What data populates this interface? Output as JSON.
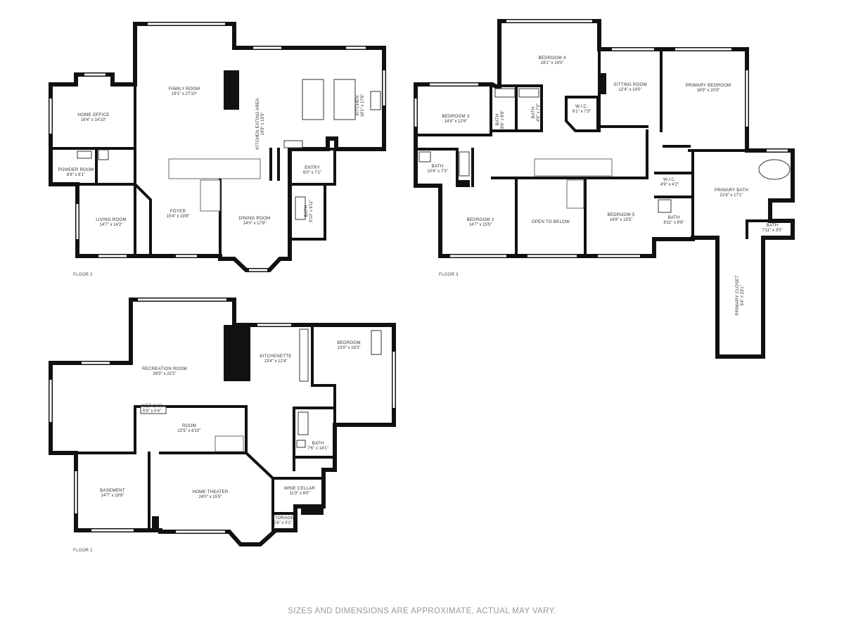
{
  "floors": [
    {
      "label": "FLOOR 2"
    },
    {
      "label": "FLOOR 3"
    },
    {
      "label": "FLOOR 1"
    }
  ],
  "rooms": [
    {
      "name": "FAMILY ROOM",
      "dims": "19'1\" x 27'10\""
    },
    {
      "name": "KITCHEN EATING AREA",
      "dims": "14'9\" x 15'5\""
    },
    {
      "name": "KITCHEN",
      "dims": "18'1\" x 17'6\""
    },
    {
      "name": "HOME OFFICE",
      "dims": "16'4\" x 14'10\""
    },
    {
      "name": "POWDER ROOM",
      "dims": "8'8\" x 6'1\""
    },
    {
      "name": "ENTRY",
      "dims": "6'0\" x 7'1\""
    },
    {
      "name": "LIVING ROOM",
      "dims": "14'7\" x 14'2\""
    },
    {
      "name": "FOYER",
      "dims": "15'4\" x 19'8\""
    },
    {
      "name": "DINING ROOM",
      "dims": "14'0\" x 17'8\""
    },
    {
      "name": "BATH",
      "dims": "5'10\" x 9'11\""
    },
    {
      "name": "BEDROOM 4",
      "dims": "19'1\" x 19'0\""
    },
    {
      "name": "SITTING ROOM",
      "dims": "12'4\" x 14'0\""
    },
    {
      "name": "PRIMARY BEDROOM",
      "dims": "16'9\" x 20'3\""
    },
    {
      "name": "W.I.C.",
      "dims": "6'1\" x 7'3\""
    },
    {
      "name": "BEDROOM 3",
      "dims": "14'4\" x 12'6\""
    },
    {
      "name": "BATH",
      "dims": "8'6\" x 8'8\""
    },
    {
      "name": "BATH",
      "dims": "4'9\" x 7'0\""
    },
    {
      "name": "BATH",
      "dims": "10'4\" x 7'3\""
    },
    {
      "name": "W.I.C.",
      "dims": "4'9\" x 4'2\""
    },
    {
      "name": "PRIMARY BATH",
      "dims": "21'6\" x 17'1\""
    },
    {
      "name": "BEDROOM 2",
      "dims": "14'7\" x 15'5\""
    },
    {
      "name": "OPEN TO BELOW",
      "dims": ""
    },
    {
      "name": "BEDROOM 5",
      "dims": "14'8\" x 15'5\""
    },
    {
      "name": "BATH",
      "dims": "6'11\" x 8'6\""
    },
    {
      "name": "BATH",
      "dims": "7'11\" x 3'0\""
    },
    {
      "name": "PRIMARY CLOSET",
      "dims": "5'4\" x 23'1\""
    },
    {
      "name": "RECREATION ROOM",
      "dims": "39'9\" x 22'2\""
    },
    {
      "name": "KITCHENETTE",
      "dims": "13'4\" x 12'4\""
    },
    {
      "name": "BEDROOM",
      "dims": "13'9\" x 16'3\""
    },
    {
      "name": "WET BAR",
      "dims": "5'9\" x 0'4\""
    },
    {
      "name": "ROOM",
      "dims": "22'5\" x 8'10\""
    },
    {
      "name": "BATH",
      "dims": "7'6\" x 14'1\""
    },
    {
      "name": "BASEMENT",
      "dims": "14'7\" x 18'8\""
    },
    {
      "name": "HOME THEATER",
      "dims": "24'0\" x 15'5\""
    },
    {
      "name": "WINE CELLAR",
      "dims": "11'3\" x 8'0\""
    },
    {
      "name": "STORAGE",
      "dims": "5'6\" x 3'1\""
    }
  ],
  "footer": {
    "note": "SIZES AND DIMENSIONS ARE APPROXIMATE, ACTUAL MAY VARY."
  }
}
